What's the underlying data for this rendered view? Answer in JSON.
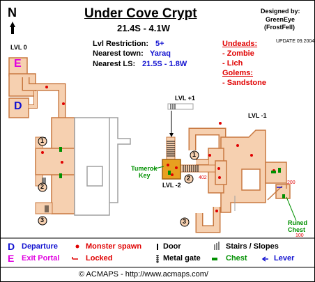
{
  "title": "Under Cove Crypt",
  "coords": "21.4S - 4.1W",
  "compass": "N",
  "credits": {
    "designed_by": "Designed by:",
    "author": "GreenEye",
    "guild": "(FrostFell)"
  },
  "update": "UPDATE 09.2004",
  "info": {
    "lvl_label": "Lvl Restriction:",
    "lvl_value": "5+",
    "town_label": "Nearest town:",
    "town_value": "Yaraq",
    "ls_label": "Nearest LS:",
    "ls_value": "21.5S - 1.8W"
  },
  "monsters": {
    "undeads_title": "Undeads:",
    "undeads": [
      "- Zombie",
      "- Lich"
    ],
    "golems_title": "Golems:",
    "golems": [
      "- Sandstone"
    ]
  },
  "levels": {
    "lvl0": "LVL 0",
    "lvl_plus1": "LVL +1",
    "lvl_minus1": "LVL -1",
    "lvl_minus2": "LVL -2"
  },
  "markers": {
    "departure": "D",
    "exit": "E"
  },
  "connectors": [
    "1",
    "2",
    "3",
    "1",
    "2",
    "3"
  ],
  "annotations": {
    "key_line1": "Tumerok",
    "key_line2": "Key",
    "chest_line1": "Runed",
    "chest_line2": "Chest",
    "lock402": "402",
    "lock200": "200",
    "lock100": "100"
  },
  "legend": {
    "departure": "Departure",
    "exit": "Exit Portal",
    "spawn": "Monster spawn",
    "locked": "Locked",
    "door": "Door",
    "gate": "Metal gate",
    "stairs": "Stairs / Slopes",
    "chest": "Chest",
    "lever": "Lever"
  },
  "footer": "© ACMAPS - http://www.acmaps.com/",
  "colors": {
    "room": "#f6d0b0",
    "room_dark": "#e8a878",
    "outline": "#c87840",
    "departure": "#1010d0",
    "exit": "#e000e0",
    "spawn": "#e00000",
    "chest": "#009000",
    "key_room": "#e8a020",
    "gray_outline": "#a0a0a0"
  }
}
